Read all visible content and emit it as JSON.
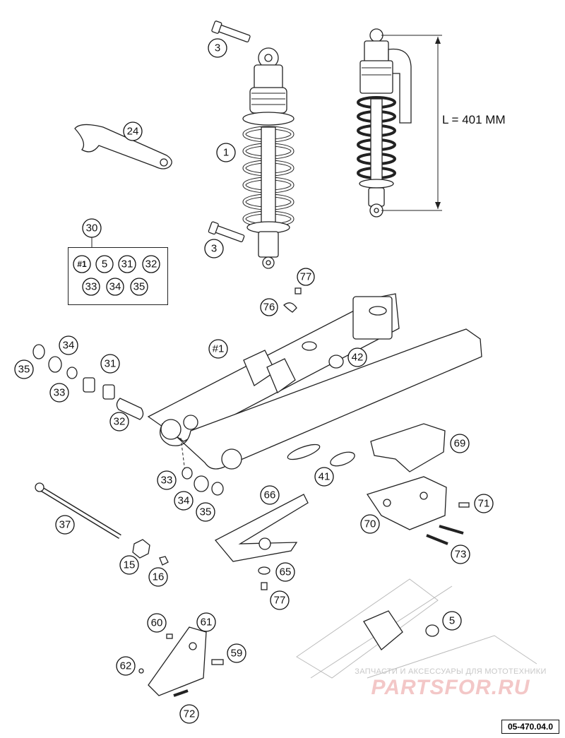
{
  "dimension_label": "L = 401 MM",
  "ref_code": "05-470.04.0",
  "watermark": {
    "tagline": "ЗАПЧАСТИ И АКСЕССУАРЫ ДЛЯ МОТОТЕХНИКИ",
    "logo": "PARTSFOR.RU"
  },
  "kit": {
    "label": "30",
    "items": [
      "#1",
      "5",
      "31",
      "32",
      "33",
      "34",
      "35"
    ]
  },
  "callouts": [
    "3",
    "1",
    "24",
    "3",
    "77",
    "76",
    "34",
    "31",
    "35",
    "33",
    "#1",
    "42",
    "32",
    "69",
    "41",
    "33",
    "34",
    "35",
    "66",
    "71",
    "37",
    "70",
    "73",
    "15",
    "16",
    "65",
    "77",
    "5",
    "60",
    "61",
    "59",
    "62",
    "72"
  ]
}
